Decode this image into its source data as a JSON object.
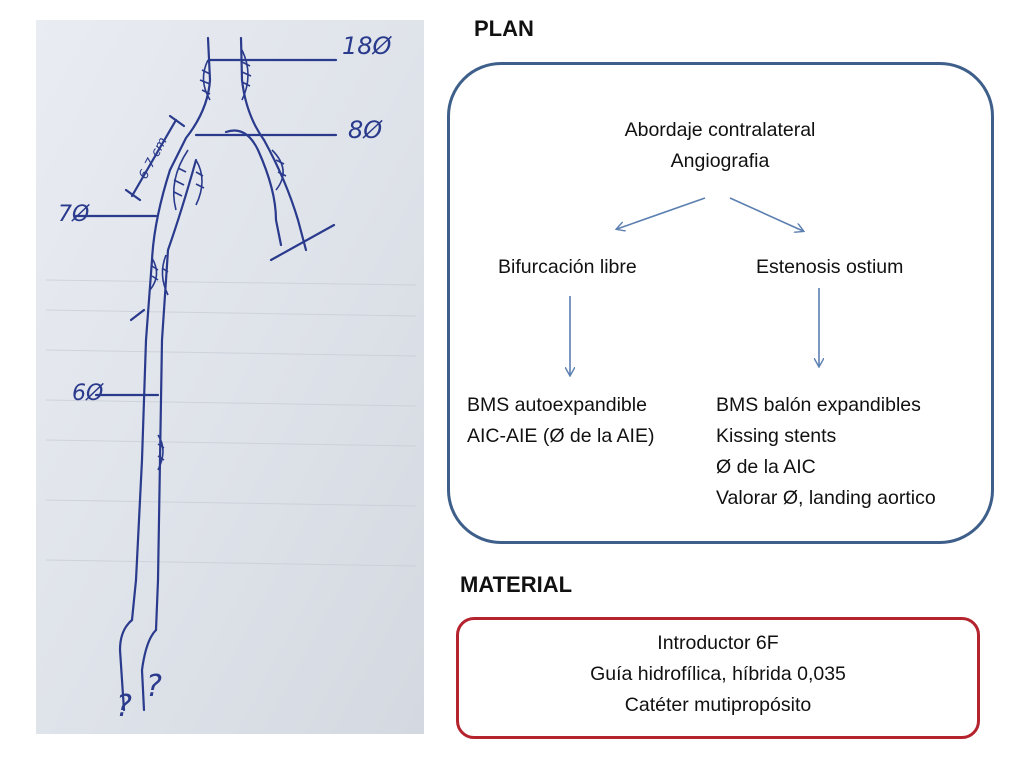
{
  "plan": {
    "heading": "PLAN",
    "approach": [
      "Abordaje contralateral",
      "Angiografia"
    ],
    "left_branch": {
      "title": "Bifurcación libre",
      "result": [
        "BMS autoexpandible",
        "AIC-AIE (Ø de la AIE)"
      ]
    },
    "right_branch": {
      "title": "Estenosis ostium",
      "result": [
        "BMS balón expandibles",
        "Kissing stents",
        "Ø de la AIC",
        "Valorar Ø, landing aortico"
      ]
    }
  },
  "material": {
    "heading": "MATERIAL",
    "items": [
      "Introductor 6F",
      "Guía hidrofílica, híbrida 0,035",
      "Catéter mutipropósito"
    ]
  },
  "sketch": {
    "labels": [
      "18Ø",
      "8Ø",
      "7Ø",
      "6Ø",
      "6-7 cm",
      "?",
      "?"
    ]
  },
  "colors": {
    "plan_border": "#3e5f8a",
    "material_border": "#b5232e",
    "arrow": "#5b7fb0",
    "ink": "#2a3a8c"
  }
}
